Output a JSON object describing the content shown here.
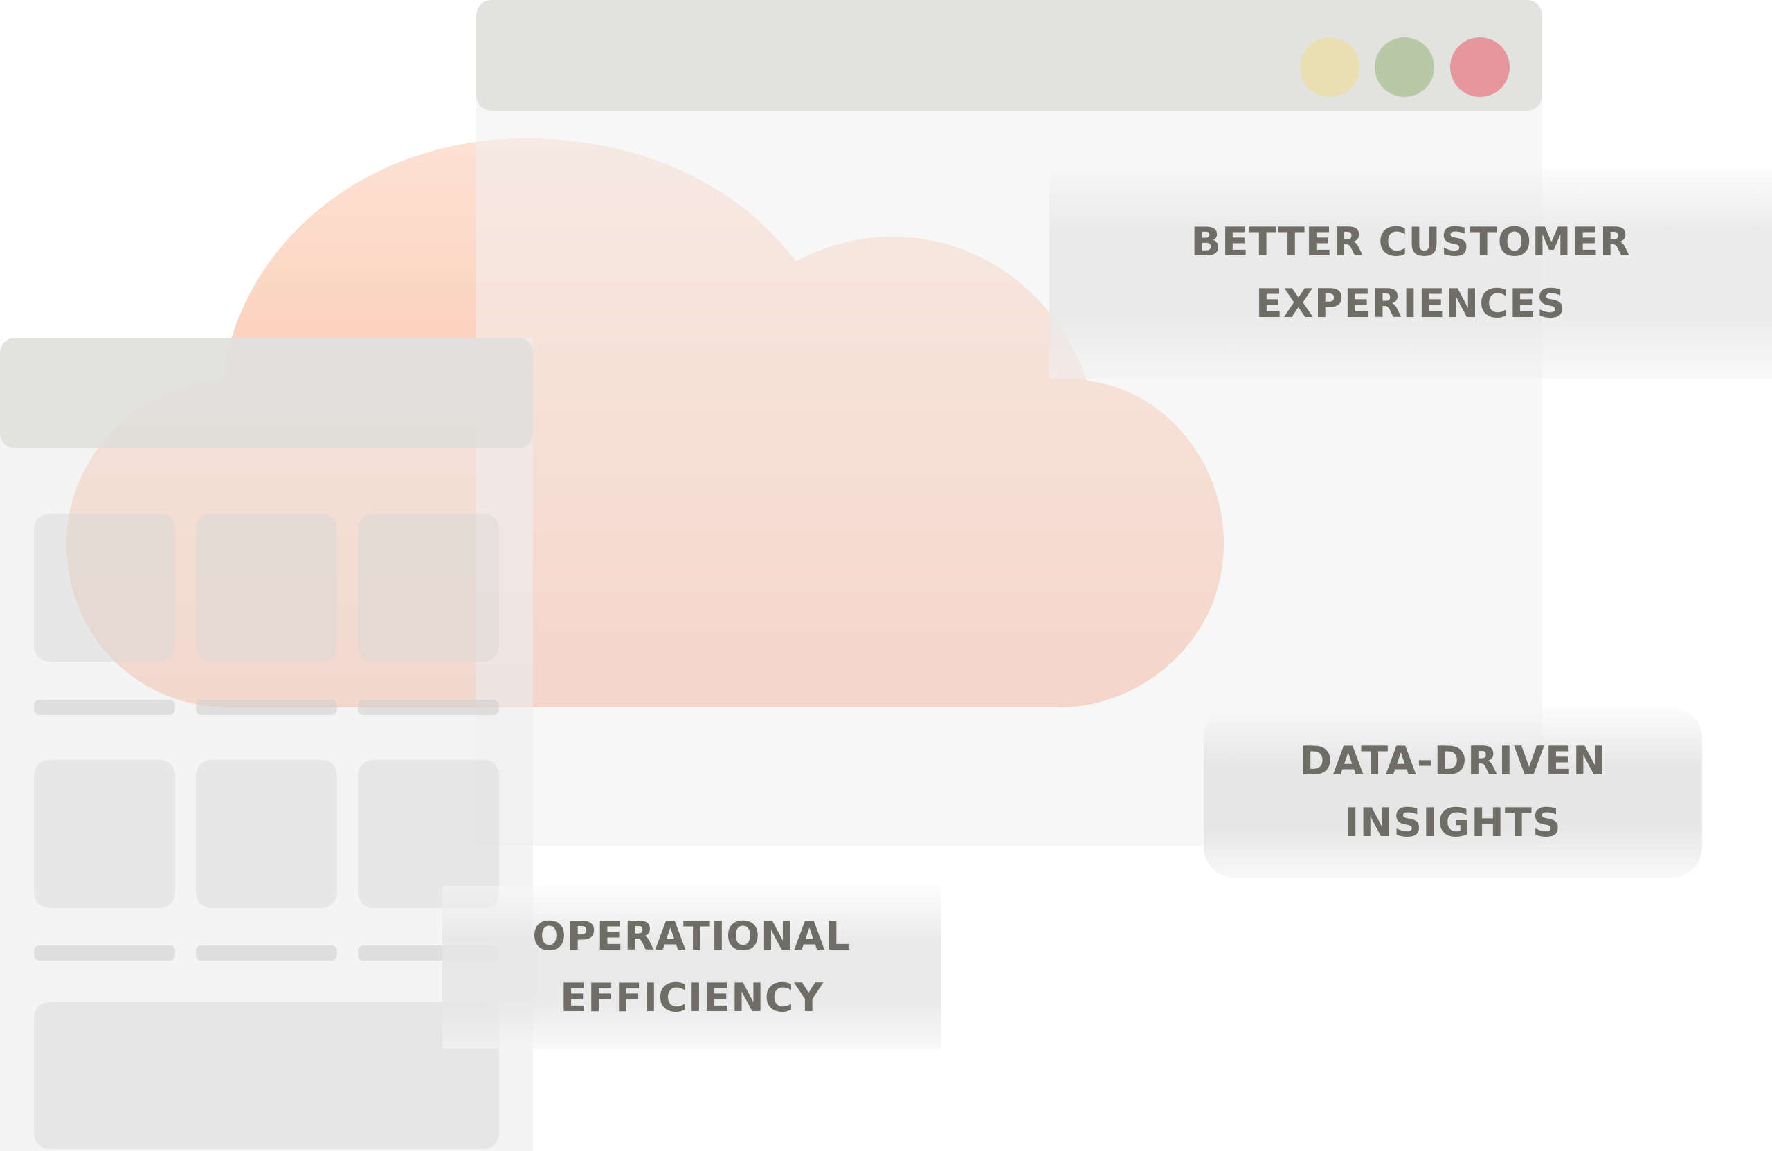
{
  "colors": {
    "window_dot_yellow": "#e9dfb1",
    "window_dot_green": "#b8c9a8",
    "window_dot_red": "#e7979b",
    "cloud_top": "#fde2d3",
    "cloud_bottom": "#fbb49a",
    "label_text": "#6e6e66"
  },
  "main_window": {
    "controls": [
      "minimize-dot",
      "maximize-dot",
      "close-dot"
    ]
  },
  "side_window": {
    "tile_rows": 2,
    "tiles_per_row": 3
  },
  "labels": {
    "customer": {
      "line1": "BETTER CUSTOMER",
      "line2": "EXPERIENCES"
    },
    "insights": {
      "line1": "DATA-DRIVEN",
      "line2": "INSIGHTS"
    },
    "efficiency": {
      "line1": "OPERATIONAL",
      "line2": "EFFICIENCY"
    }
  }
}
